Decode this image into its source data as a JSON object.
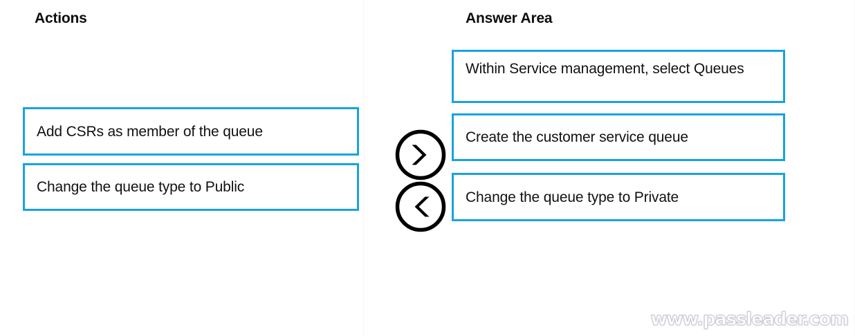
{
  "page": {
    "background_color": "#ffffff",
    "accent_color": "#17a3e0",
    "text_color": "#111111"
  },
  "actions": {
    "header": "Actions",
    "items": [
      {
        "label": "Add CSRs as member of the queue"
      },
      {
        "label": "Change the queue type to Public"
      }
    ]
  },
  "answer_area": {
    "header": "Answer Area",
    "items": [
      {
        "line1": "Within Service management, select",
        "line2": "Queues"
      },
      {
        "line1": "Create the customer service queue",
        "line2": ""
      },
      {
        "line1": "Change the queue type to Private",
        "line2": ""
      }
    ]
  },
  "controls": {
    "move_right": {
      "icon": "chevron-right-circle-icon"
    },
    "move_left": {
      "icon": "chevron-left-circle-icon"
    }
  },
  "watermark": {
    "text": "www.passleader.com"
  }
}
